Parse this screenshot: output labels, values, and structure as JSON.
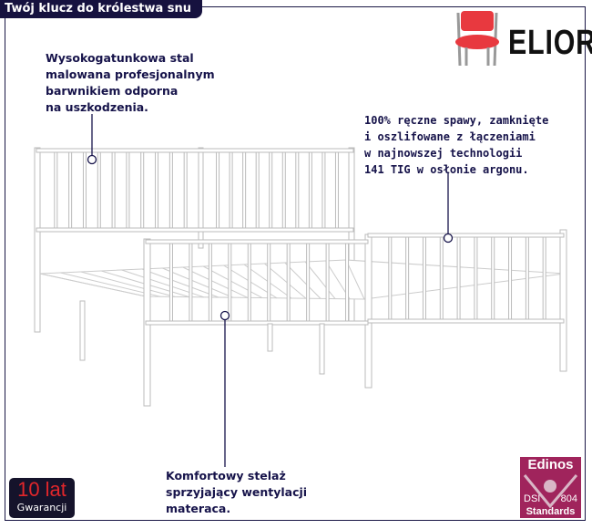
{
  "header": {
    "title": "Twój klucz do królestwa snu"
  },
  "brand": {
    "name": "ELIOR",
    "icon": "chair-icon"
  },
  "callouts": {
    "steel": [
      "Wysokogatunkowa stal",
      "malowana profesjonalnym",
      "barwnikiem odporna",
      "na uszkodzenia."
    ],
    "welds": [
      "100% ręczne spawy, zamknięte",
      "i oszlifowane z łączeniami",
      "w najnowszej technologii",
      "141 TIG w osłonie argonu."
    ],
    "frame": [
      "Komfortowy stelaż",
      "sprzyjający wentylacji",
      "materaca."
    ]
  },
  "badges": {
    "warranty": {
      "big": "10 lat",
      "small": "Gwarancji"
    },
    "edinos": {
      "title": "Edinos",
      "left": "DSI",
      "right": "804",
      "bottom": "Standards"
    }
  },
  "colors": {
    "navy": "#16123f",
    "red": "#e0262b",
    "magenta": "#a0245c"
  }
}
